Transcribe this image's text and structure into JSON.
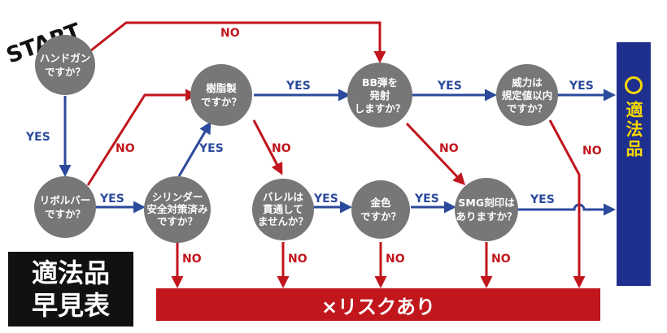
{
  "start_label": "START",
  "nodes": {
    "handgun": [
      "ハンドガン",
      "ですか？"
    ],
    "revolver": [
      "リボルバー",
      "ですか？"
    ],
    "resin": [
      "樹脂製",
      "ですか？"
    ],
    "cylinder": [
      "シリンダー",
      "安全対策済み",
      "ですか？"
    ],
    "barrel": [
      "バレルは",
      "貫通して",
      "ませんか？"
    ],
    "gold": [
      "金色",
      "ですか？"
    ],
    "bb": [
      "BB弾を",
      "発射",
      "しますか？"
    ],
    "smg": [
      "SMG刻印は",
      "ありますか？"
    ],
    "power": [
      "威力は",
      "規定値以内",
      "ですか？"
    ]
  },
  "labels": {
    "yes": "YES",
    "no": "NO"
  },
  "result_legal": {
    "symbol": "◯",
    "text": "適法品"
  },
  "result_risk": "×リスクあり",
  "title": [
    "適法品",
    "早見表"
  ],
  "colors": {
    "node": "#777777",
    "yes_arrow": "#2b4a9c",
    "no_arrow": "#c0161c",
    "legal_bg": "#1f2f8e",
    "legal_text": "#f5d800",
    "risk_bg": "#c0161c",
    "title_bg": "#111111"
  }
}
